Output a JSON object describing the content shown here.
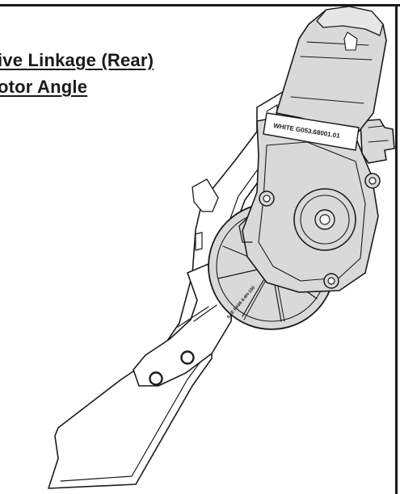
{
  "title": {
    "line1": "ive Linkage (Rear)",
    "line2": "otor Angle"
  },
  "labels": {
    "motor_label": "WHITE G053.68001.01",
    "gear_label": "SAE PA66 6-6H-100"
  }
}
